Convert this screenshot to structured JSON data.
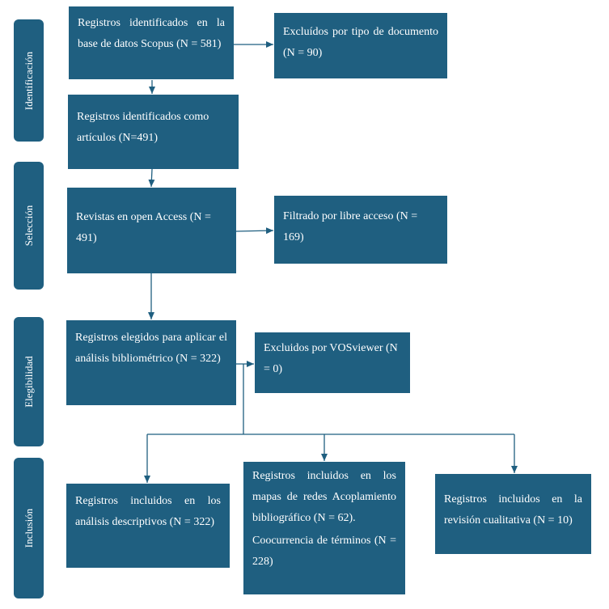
{
  "phases": {
    "identificacion": "Identificación",
    "seleccion": "Selección",
    "elegibilidad": "Elegibilidad",
    "inclusion": "Inclusión"
  },
  "boxes": {
    "scopus": "Registros identificados en la base de datos Scopus (N = 581)",
    "excluidos_tipo": "Excluídos por tipo de documento (N = 90)",
    "articulos": "Registros identificados como artículos (N=491)",
    "open_access": "Revistas en open Access (N = 491)",
    "filtrado": "Filtrado por libre acceso (N = 169)",
    "elegidos": "Registros elegidos para aplicar el análisis bibliométrico (N = 322)",
    "excluidos_vos": "Excluidos por VOSviewer (N = 0)",
    "descriptivos": "Registros incluidos en los análisis descriptivos (N = 322)",
    "mapas_line1": "Registros incluidos en los mapas de redes Acoplamiento bibliográfico (N = 62).",
    "mapas_line2": "Coocurrencia de términos (N = 228)",
    "cualitativa": "Registros incluidos en la revisión cualitativa (N = 10)"
  },
  "colors": {
    "box": "#1f5f80",
    "text": "#ffffff"
  }
}
